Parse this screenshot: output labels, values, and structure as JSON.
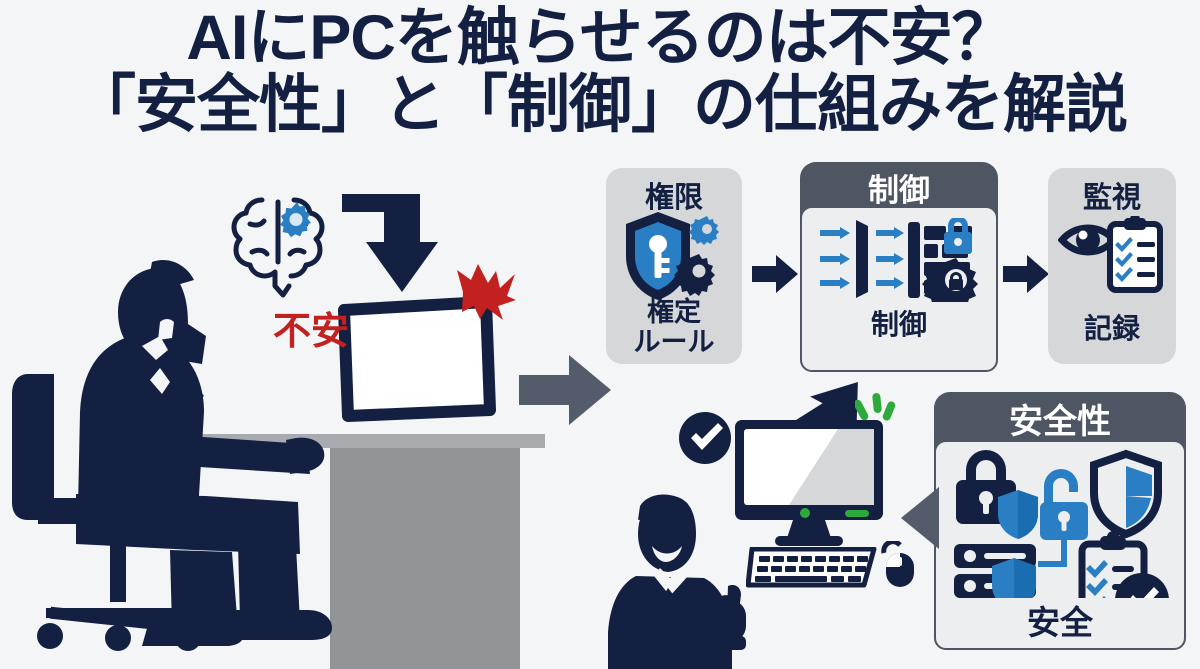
{
  "page": {
    "background_color": "#f4f5f7",
    "navy": "#132042",
    "blue": "#2a7fc4",
    "gray_box": "#d5d7d9",
    "dark_box": "#4e5563",
    "red": "#c2211f",
    "green": "#2eaa3c"
  },
  "title": {
    "line1": "AIにPCを触らせるのは不安？",
    "line2": "「安全性」と「制御」の仕組みを解説"
  },
  "left_scene": {
    "anxiety_label": "不安",
    "brain_icon": "brain-gear-icon",
    "arrow_icon": "elbow-arrow-down-icon",
    "monitor_icon": "monitor-icon",
    "lightning_icon": "red-lightning-icon",
    "person_icon": "worried-businessman-silhouette",
    "chair_icon": "office-chair-icon",
    "desk_icon": "desk-icon"
  },
  "transition": {
    "big_arrow_icon": "big-right-arrow-icon"
  },
  "flow": [
    {
      "id": "permission",
      "title": "権限",
      "foot_line1": "権定",
      "foot_line2": "ルール",
      "style": "light",
      "icon": "shield-key-gears-icon"
    },
    {
      "id": "control",
      "title": "制御",
      "foot_line1": "制御",
      "foot_line2": "",
      "style": "dark",
      "icon": "firewall-arrows-lock-icon"
    },
    {
      "id": "monitoring",
      "title": "監視",
      "foot_line1": "記録",
      "foot_line2": "",
      "style": "light",
      "icon": "eye-clipboard-check-icon"
    }
  ],
  "safety_box": {
    "title": "安全性",
    "foot": "安全",
    "style": "dark",
    "icons": [
      "padlock-closed-icon",
      "shield-small-icon",
      "padlock-open-icon",
      "shield-large-icon",
      "server-icon",
      "shield-server-icon",
      "clipboard-check-icon",
      "check-circle-icon"
    ]
  },
  "bottom_scene": {
    "check_badge_icon": "check-circle-badge-icon",
    "monitor_icon": "desktop-monitor-icon",
    "keyboard_icon": "keyboard-icon",
    "mouse_icon": "mouse-icon",
    "sparkle_icon": "green-sparkle-icon",
    "person_icon": "happy-businessman-thumbsup-silhouette",
    "down_arrow_icon": "diagonal-down-arrow-icon",
    "left_pointer_icon": "left-triangle-pointer-icon"
  }
}
